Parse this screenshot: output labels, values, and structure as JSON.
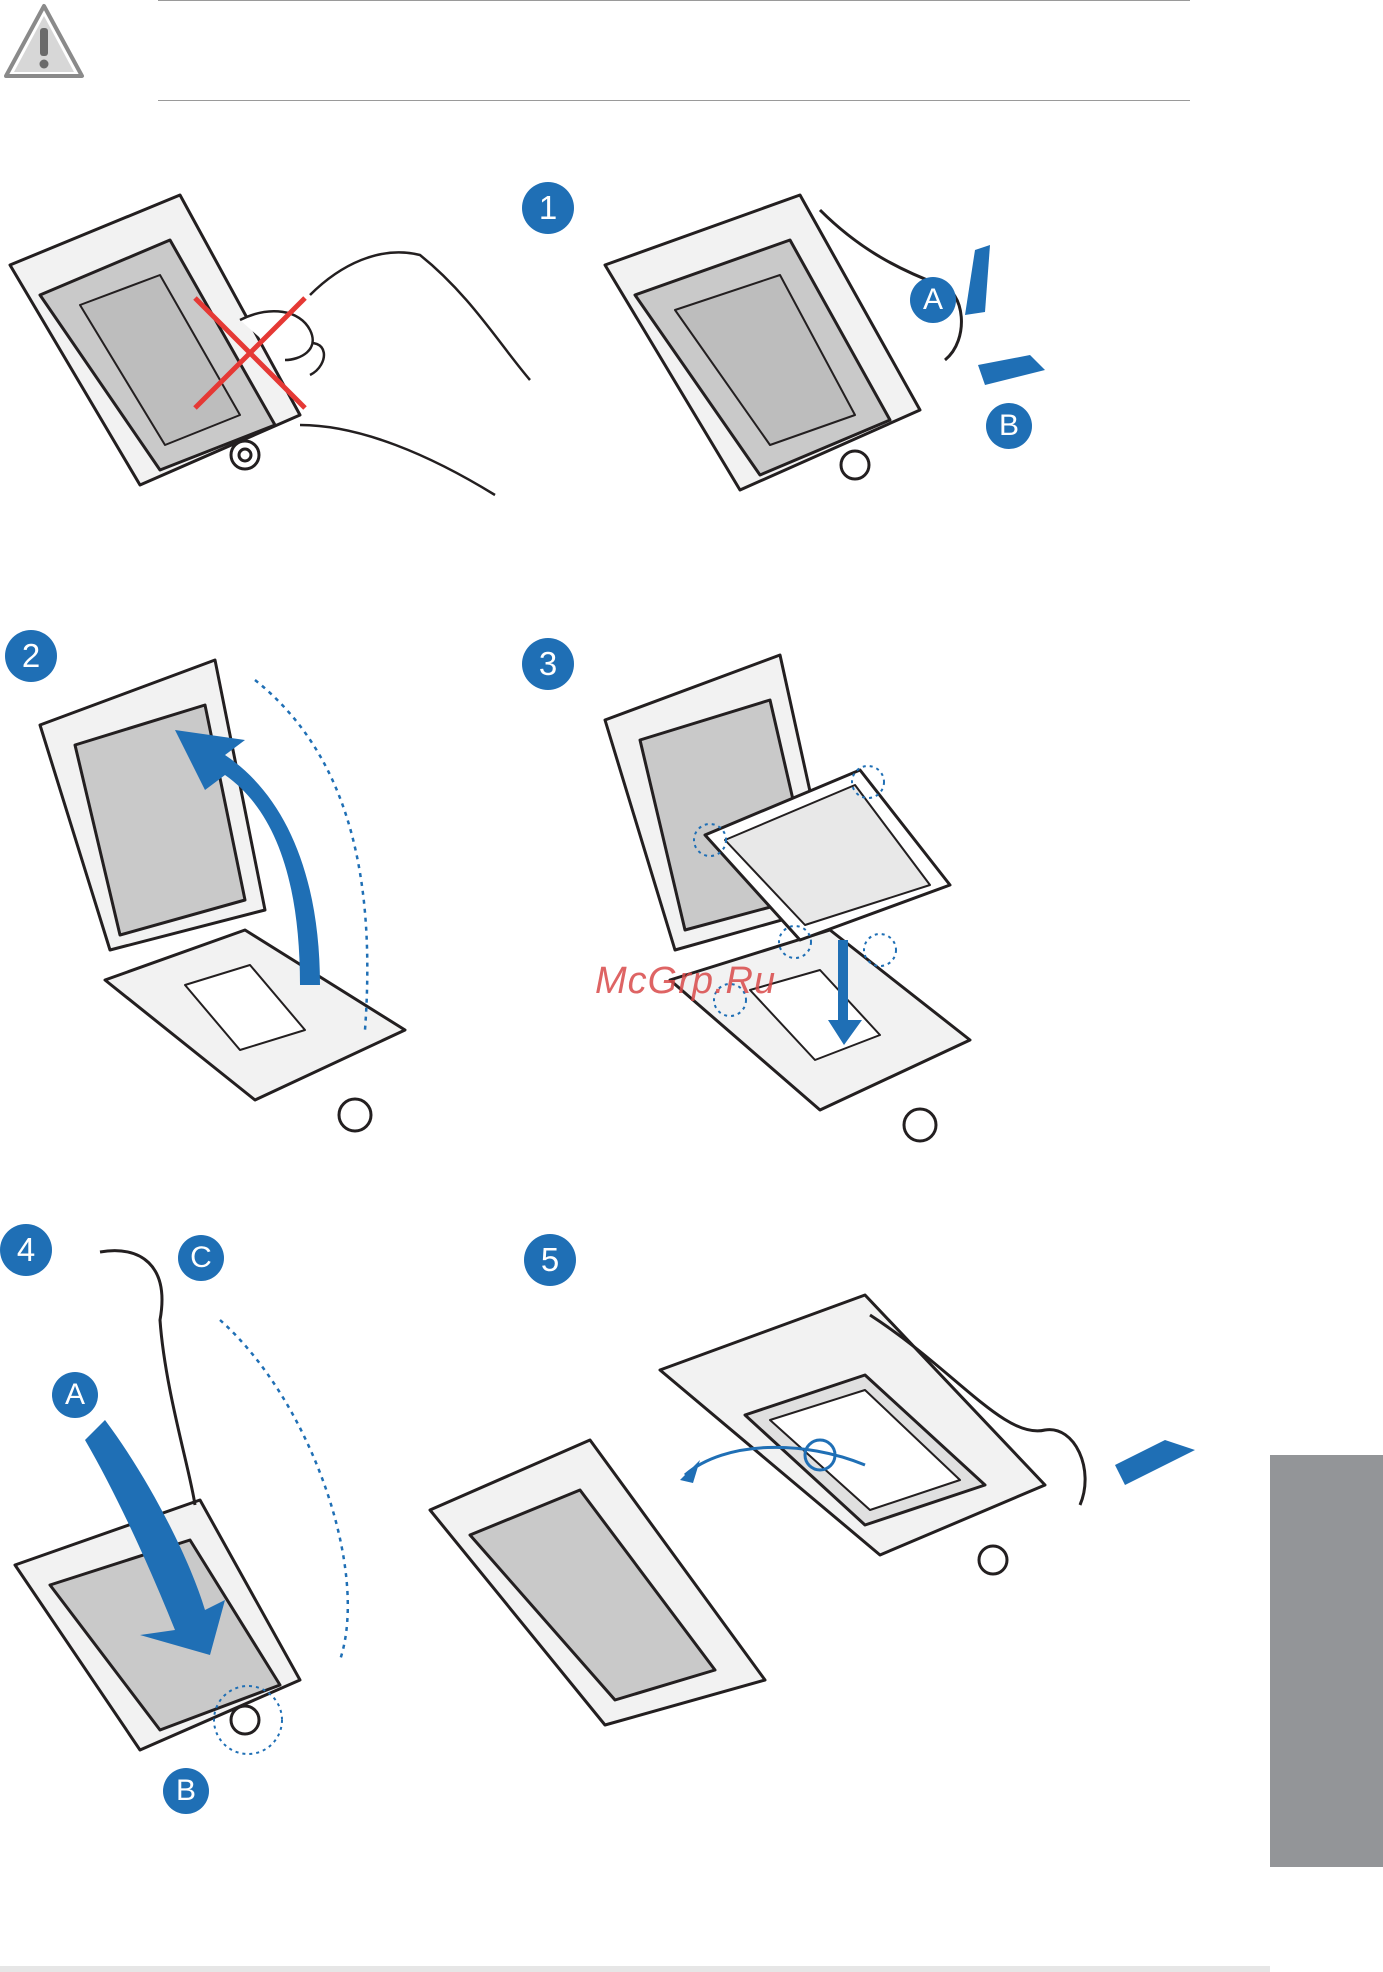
{
  "steps": {
    "s1": "1",
    "s2": "2",
    "s3": "3",
    "s4": "4",
    "s5": "5"
  },
  "labels": {
    "step1_a": "A",
    "step1_b": "B",
    "step4_a": "A",
    "step4_b": "B",
    "step4_c": "C"
  },
  "watermark": "McGrp.Ru",
  "icons": {
    "warning": "warning-triangle-icon"
  },
  "colors": {
    "accent": "#1f6fb5",
    "cross": "#e53935",
    "tab": "#939598",
    "line": "#231f20"
  }
}
